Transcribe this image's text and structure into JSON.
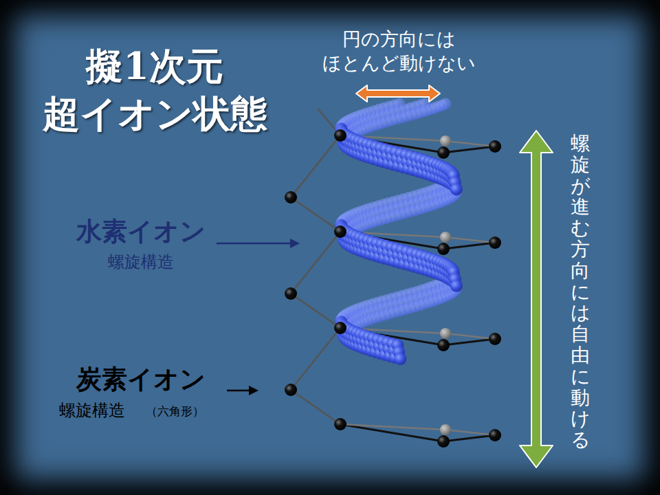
{
  "diagram": {
    "title": "擬1次元 超イオン状態",
    "labels": [
      "円の方向には ほとんど動けない",
      "水素イオン",
      "螺旋構造",
      "炭素イオン",
      "螺旋構造",
      "（六角形）",
      "螺旋が進む方向には自由に動ける"
    ]
  }
}
